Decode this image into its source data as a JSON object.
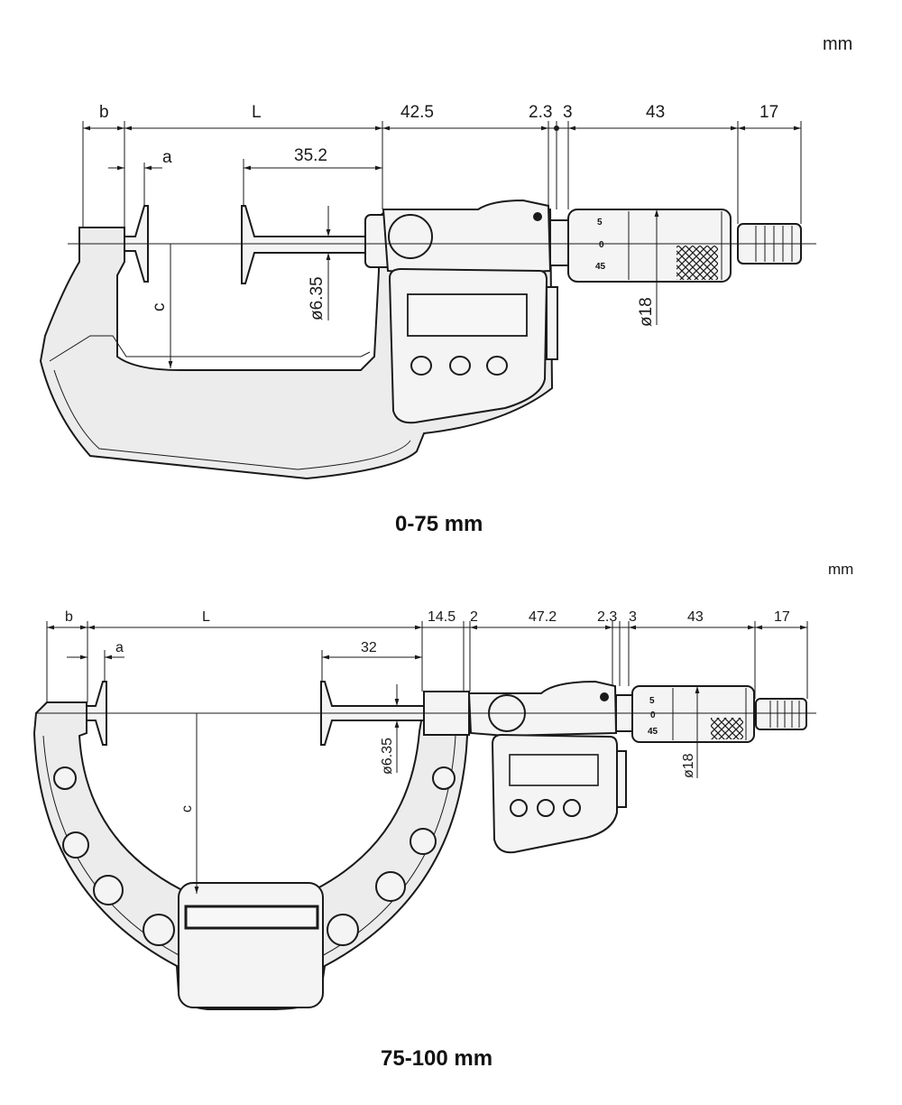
{
  "units": {
    "top": "mm",
    "bottom": "mm"
  },
  "top_drawing": {
    "caption": "0-75 mm",
    "dims": {
      "b": "b",
      "a": "a",
      "L": "L",
      "d35_2": "35.2",
      "d42_5": "42.5",
      "d2_3": "2.3",
      "d3": "3",
      "d43": "43",
      "d17": "17",
      "c": "c",
      "dia635": "ø6.35",
      "dia18": "ø18"
    },
    "thimble_scale": [
      "5",
      "0",
      "45"
    ]
  },
  "bottom_drawing": {
    "caption": "75-100 mm",
    "dims": {
      "b": "b",
      "a": "a",
      "L": "L",
      "d32": "32",
      "d14_5": "14.5",
      "d2": "2",
      "d47_2": "47.2",
      "d2_3": "2.3",
      "d3": "3",
      "d43": "43",
      "d17": "17",
      "c": "c",
      "dia635": "ø6.35",
      "dia18": "ø18"
    },
    "thimble_scale": [
      "5",
      "0",
      "45"
    ]
  }
}
